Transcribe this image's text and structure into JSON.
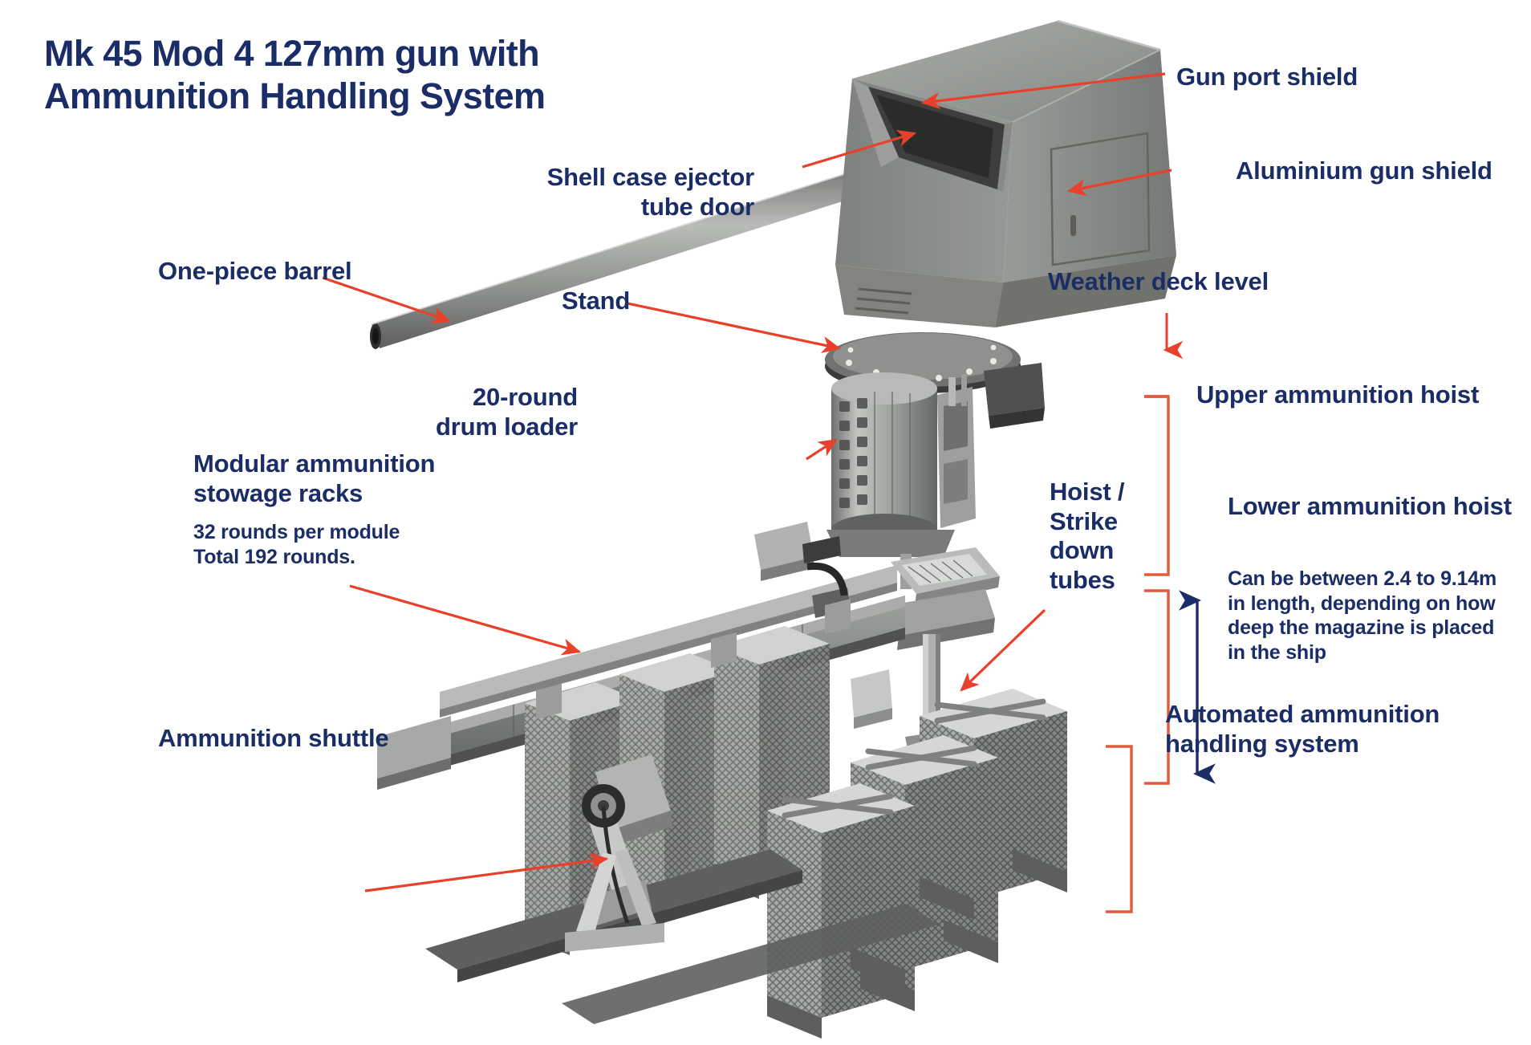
{
  "title": "Mk 45 Mod 4 127mm gun with\nAmmunition Handling System",
  "colors": {
    "label_navy": "#1b2d66",
    "leader_red": "#e8402a",
    "bracket_red": "#e05a3c",
    "bracket_navy": "#1b2d66",
    "background": "#ffffff",
    "turret_gray": "#8a8c89",
    "metal_light": "#c9cbc8",
    "metal_dark": "#6f7270"
  },
  "labels": {
    "gun_port_shield": "Gun port shield",
    "aluminium_gun_shield": "Aluminium gun shield",
    "shell_case_ejector": "Shell case ejector\ntube door",
    "one_piece_barrel": "One-piece barrel",
    "stand": "Stand",
    "drum_loader": "20-round\ndrum loader",
    "weather_deck_level": "Weather deck level",
    "upper_ammunition_hoist": "Upper ammunition hoist",
    "lower_ammunition_hoist": "Lower ammunition hoist",
    "hoist_strike_down_tubes": "Hoist /\nStrike\ndown\ntubes",
    "modular_racks": "Modular ammunition\nstowage racks",
    "modular_racks_note": "32 rounds per module\nTotal 192 rounds.",
    "lower_hoist_note": "Can be between 2.4 to 9.14m\nin length, depending on how\ndeep the magazine is placed\nin the ship",
    "ammunition_shuttle": "Ammunition shuttle",
    "automated_system": "Automated ammunition\nhandling system"
  },
  "icons": {
    "leader_arrow": "arrow-icon",
    "bracket": "bracket-icon",
    "double_arrow": "double-arrow-icon"
  }
}
